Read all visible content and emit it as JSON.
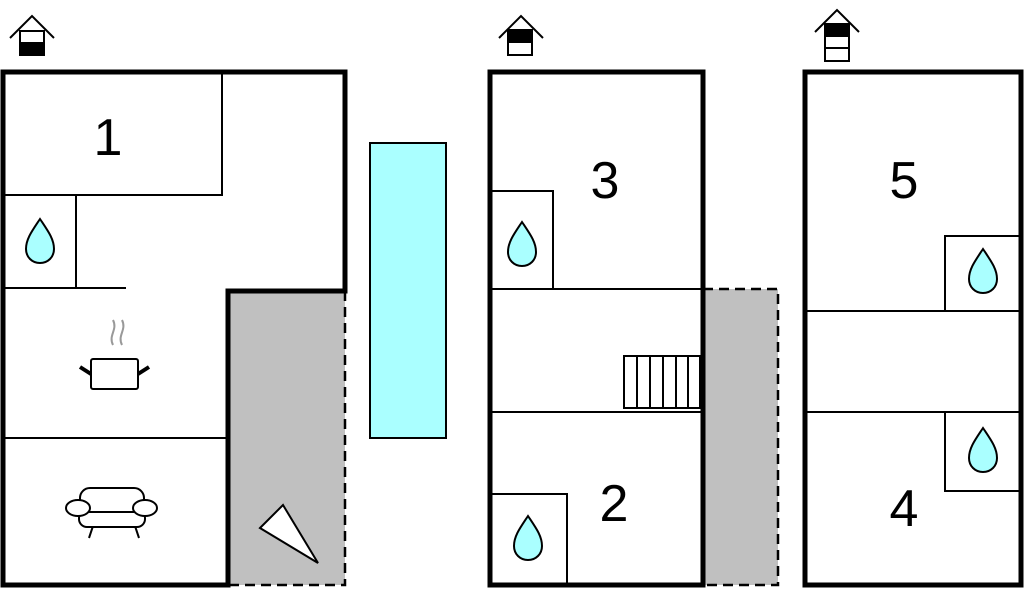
{
  "colors": {
    "wall": "#000000",
    "water": "#aaffff",
    "terrace": "#c0c0c0",
    "steam": "#999999"
  },
  "floors": [
    {
      "name": "ground-floor",
      "icon": "house-ground-floor-icon",
      "rooms": [
        {
          "label": "1"
        }
      ]
    },
    {
      "name": "first-floor",
      "icon": "house-first-floor-icon",
      "rooms": [
        {
          "label": "3"
        },
        {
          "label": "2"
        }
      ]
    },
    {
      "name": "second-floor",
      "icon": "house-second-floor-icon",
      "rooms": [
        {
          "label": "5"
        },
        {
          "label": "4"
        }
      ]
    }
  ]
}
